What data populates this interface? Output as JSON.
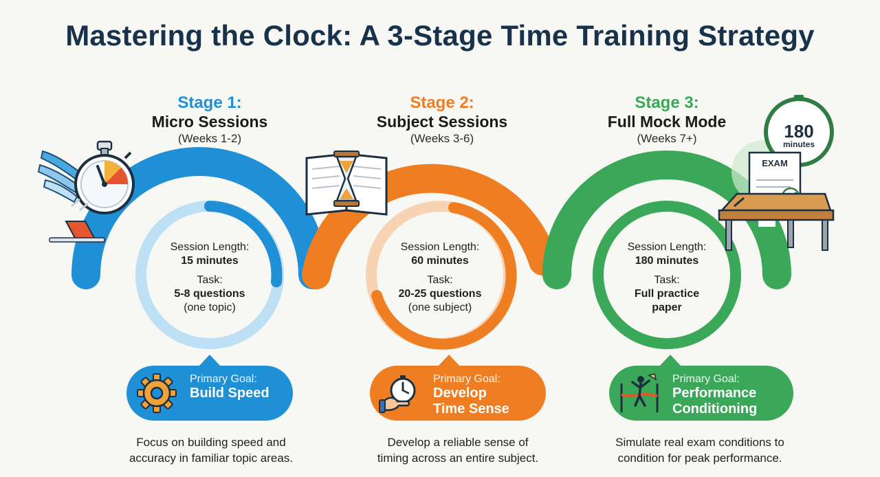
{
  "title": "Mastering the Clock: A 3-Stage Time Training Strategy",
  "colors": {
    "blue": "#1f8fd6",
    "orange": "#ef7d22",
    "green": "#3aa858",
    "title": "#17324a"
  },
  "stages": [
    {
      "number": "Stage 1:",
      "name": "Micro Sessions",
      "weeks": "(Weeks 1-2)",
      "session_label": "Session Length:",
      "session_value": "15 minutes",
      "task_label": "Task:",
      "task_line1": "5-8 questions",
      "task_line2": "(one topic)",
      "goal_label": "Primary Goal:",
      "goal_line1": "Build Speed",
      "goal_line2": "",
      "desc_line1": "Focus on building speed and",
      "desc_line2": "accuracy in familiar topic areas.",
      "icon": "winged-stopwatch-icon"
    },
    {
      "number": "Stage 2:",
      "name": "Subject Sessions",
      "weeks": "(Weeks 3-6)",
      "session_label": "Session Length:",
      "session_value": "60 minutes",
      "task_label": "Task:",
      "task_line1": "20-25 questions",
      "task_line2": "(one subject)",
      "goal_label": "Primary Goal:",
      "goal_line1": "Develop",
      "goal_line2": "Time Sense",
      "desc_line1": "Develop a reliable sense of",
      "desc_line2": "timing across an entire subject.",
      "icon": "book-hourglass-icon"
    },
    {
      "number": "Stage 3:",
      "name": "Full Mock Mode",
      "weeks": "(Weeks 7+)",
      "session_label": "Session Length:",
      "session_value": "180 minutes",
      "task_label": "Task:",
      "task_line1": "Full practice",
      "task_line2": "paper",
      "goal_label": "Primary Goal:",
      "goal_line1": "Performance",
      "goal_line2": "Conditioning",
      "desc_line1": "Simulate real exam conditions to",
      "desc_line2": "condition for peak performance.",
      "icon": "exam-desk-clock-icon",
      "clock_number": "180",
      "clock_unit": "minutes",
      "exam_label": "EXAM"
    }
  ]
}
